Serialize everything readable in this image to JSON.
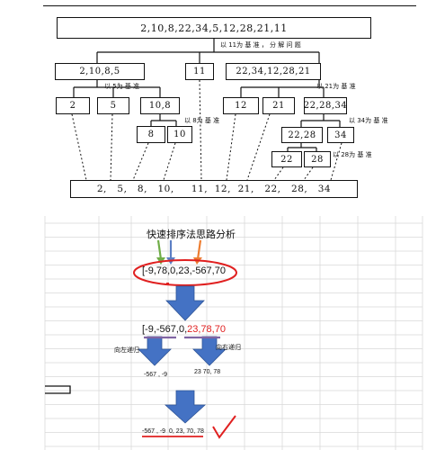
{
  "top": {
    "root": "2,10,8,22,34,5,12,28,21,11",
    "root_note": "以 11为 基 准 ， 分 解 问 题",
    "left": "2,10,8,5",
    "pivot": "11",
    "right": "22,34,12,28,21",
    "left_note": "以 5为 基 准",
    "right_note": "以 21为 基 准",
    "n2": "2",
    "n5": "5",
    "n10_8": "10,8",
    "n12": "12",
    "n21": "21",
    "n22_28_34": "22,28,34",
    "note8": "以 8为 基 准",
    "note34": "以 34为 基 准",
    "n8": "8",
    "n10": "10",
    "n22_28": "22,28",
    "n34": "34",
    "note28": "以 28为 基 准",
    "n22": "22",
    "n28": "28",
    "result": "2,   5,   8,   10,     11,  12,  21,   22,   28,   34"
  },
  "bottom": {
    "title": "快速排序法思路分析",
    "array": "[-9,78,0,23,-567,70",
    "step2_black": "[-9,-567,0,",
    "step2_red": "23,78,70",
    "left_label": "向左递归",
    "right_label": "向右递归",
    "left_result": "-567 , -9",
    "right_result": "23 70, 78",
    "final": "-567 , -9  0, 23, 70, 78",
    "colors": {
      "red": "#e02020",
      "arrow_blue": "#4472c4",
      "green": "#70ad47",
      "orange": "#ed7d31",
      "purple": "#8064a2",
      "grid": "#d9d9d9"
    }
  }
}
